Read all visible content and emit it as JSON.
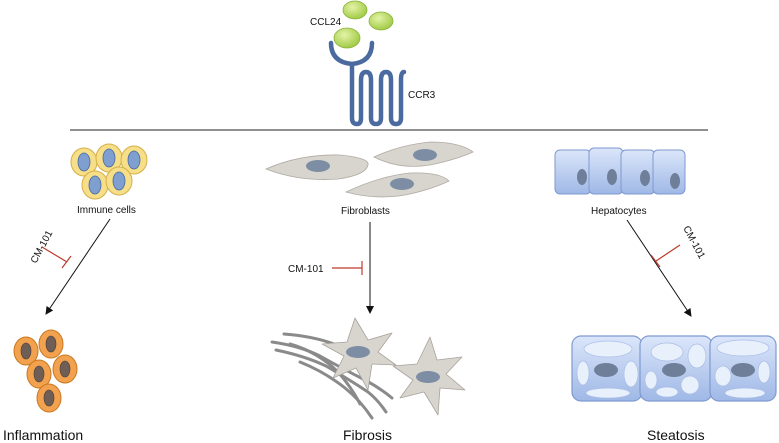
{
  "receptor": {
    "ligand_label": "CCL24",
    "receptor_label": "CCR3"
  },
  "columns": [
    {
      "cell_label": "Immune cells",
      "inhibitor_label": "CM-101",
      "outcome_label": "Inflammation"
    },
    {
      "cell_label": "Fibroblasts",
      "inhibitor_label": "CM-101",
      "outcome_label": "Fibrosis"
    },
    {
      "cell_label": "Hepatocytes",
      "inhibitor_label": "CM-101",
      "outcome_label": "Steatosis"
    }
  ],
  "colors": {
    "ligand": "#a8d24a",
    "receptor": "#4a6aa0",
    "immune_cell_fill": "#f6df88",
    "immune_cell_nucleus": "#7f9fd0",
    "fibroblast": "#d8d4ce",
    "fibroblast_nucleus": "#7d8ea4",
    "hepatocyte": "#bcd0f2",
    "inflamed_cell": "#f2a24e",
    "inhibitor": "#c0392b"
  }
}
